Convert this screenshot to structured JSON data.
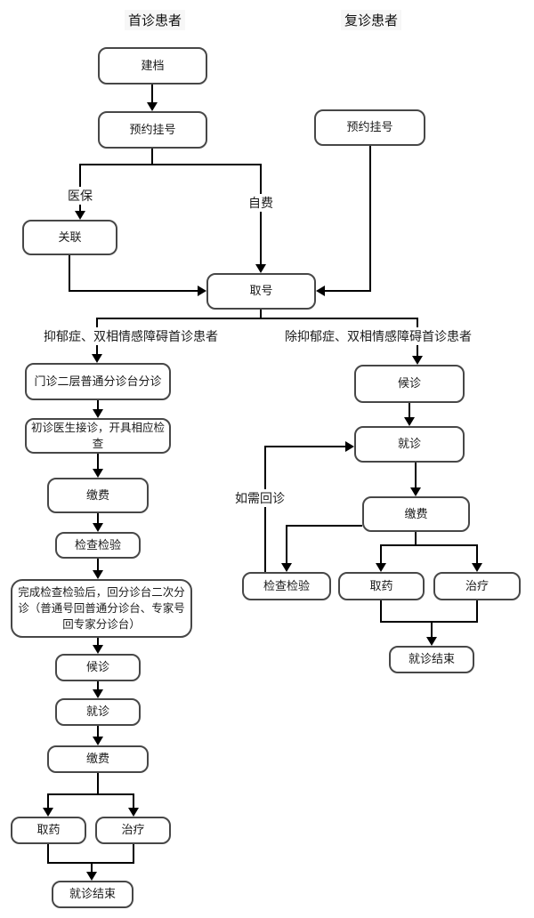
{
  "titles": {
    "first_visit": "首诊患者",
    "return_visit": "复诊患者"
  },
  "nodes": {
    "create_record": "建档",
    "book_appointment_first": "预约挂号",
    "link_insurance": "关联",
    "get_number": "取号",
    "book_appointment_return": "预约挂号",
    "triage_desk": "门诊二层普通分诊台分诊",
    "initial_doctor": "初诊医生接诊，开具相应检查",
    "pay_fee_1": "缴费",
    "tests_1": "检查检验",
    "second_triage": "完成检查检验后，回分诊台二次分诊（普通号回普通分诊台、专家号回专家分诊台）",
    "wait_left": "候诊",
    "consult_left": "就诊",
    "pay_fee_2": "缴费",
    "pharmacy_left": "取药",
    "treatment_left": "治疗",
    "visit_end_left": "就诊结束",
    "wait_right": "候诊",
    "consult_right": "就诊",
    "pay_fee_right": "缴费",
    "tests_right": "检查检验",
    "pharmacy_right": "取药",
    "treatment_right": "治疗",
    "visit_end_right": "就诊结束"
  },
  "edge_labels": {
    "insurance": "医保",
    "self_pay": "自费",
    "branch_left": "抑郁症、双相情感障碍首诊患者",
    "branch_right": "除抑郁症、双相情感障碍首诊患者",
    "need_return": "如需回诊"
  },
  "edges": [
    {
      "from": "建档",
      "to": "预约挂号"
    },
    {
      "from": "预约挂号",
      "to": "关联",
      "label": "医保"
    },
    {
      "from": "预约挂号",
      "to": "取号",
      "label": "自费"
    },
    {
      "from": "关联",
      "to": "取号"
    },
    {
      "from": "预约挂号(复诊)",
      "to": "取号"
    },
    {
      "from": "取号",
      "to": "门诊二层普通分诊台分诊",
      "label": "抑郁症、双相情感障碍首诊患者"
    },
    {
      "from": "取号",
      "to": "候诊",
      "label": "除抑郁症、双相情感障碍首诊患者"
    },
    {
      "from": "门诊二层普通分诊台分诊",
      "to": "初诊医生接诊，开具相应检查"
    },
    {
      "from": "初诊医生接诊，开具相应检查",
      "to": "缴费"
    },
    {
      "from": "缴费",
      "to": "检查检验"
    },
    {
      "from": "检查检验",
      "to": "完成检查检验后，回分诊台二次分诊（普通号回普通分诊台、专家号回专家分诊台）"
    },
    {
      "from": "完成检查检验后…二次分诊",
      "to": "候诊"
    },
    {
      "from": "候诊",
      "to": "就诊"
    },
    {
      "from": "就诊",
      "to": "缴费"
    },
    {
      "from": "缴费",
      "to": "取药"
    },
    {
      "from": "缴费",
      "to": "治疗"
    },
    {
      "from": "取药",
      "to": "就诊结束"
    },
    {
      "from": "治疗",
      "to": "就诊结束"
    },
    {
      "from": "候诊(复诊)",
      "to": "就诊(复诊)"
    },
    {
      "from": "就诊(复诊)",
      "to": "缴费(复诊)"
    },
    {
      "from": "缴费(复诊)",
      "to": "检查检验(复诊)"
    },
    {
      "from": "缴费(复诊)",
      "to": "取药(复诊)"
    },
    {
      "from": "缴费(复诊)",
      "to": "治疗(复诊)"
    },
    {
      "from": "检查检验(复诊)",
      "to": "就诊(复诊)",
      "label": "如需回诊"
    },
    {
      "from": "取药(复诊)",
      "to": "就诊结束(复诊)"
    },
    {
      "from": "治疗(复诊)",
      "to": "就诊结束(复诊)"
    }
  ],
  "colors": {
    "background": "#ffffff",
    "line": "#000000",
    "node_border": "#474747",
    "node_fill": "#ffffff",
    "text": "#1a1a1a"
  }
}
